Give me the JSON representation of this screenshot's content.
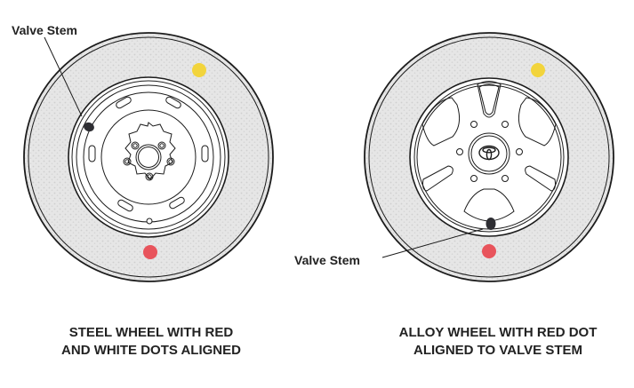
{
  "diagram": {
    "left_wheel": {
      "type": "steel-wheel",
      "callout_label": "Valve Stem",
      "caption_line1": "STEEL WHEEL WITH RED",
      "caption_line2": "AND WHITE DOTS ALIGNED",
      "yellow_dot_color": "#f2d43c",
      "red_dot_color": "#e8545c"
    },
    "right_wheel": {
      "type": "alloy-wheel",
      "callout_label": "Valve Stem",
      "caption_line1": "ALLOY WHEEL WITH RED DOT",
      "caption_line2": "ALIGNED TO VALVE STEM",
      "yellow_dot_color": "#f2d43c",
      "red_dot_color": "#e8545c"
    },
    "colors": {
      "tire_fill": "#e4e4e4",
      "line": "#1c1c1c",
      "valve_stem": "#2e2e33",
      "text": "#222222"
    }
  }
}
